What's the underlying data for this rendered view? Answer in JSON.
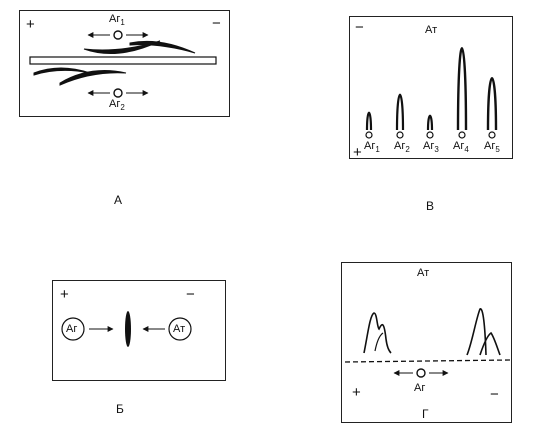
{
  "panel_a": {
    "caption": "А",
    "sign_left": "+",
    "sign_right": "−",
    "antigen_top": "Аг",
    "antigen_top_sub": "1",
    "antigen_bottom": "Аг",
    "antigen_bottom_sub": "2"
  },
  "panel_v": {
    "caption": "В",
    "sign_top_left": "−",
    "sign_bottom_left": "+",
    "antiserum_label": "Ат",
    "peaks": [
      {
        "label": "Аг",
        "sub": "1"
      },
      {
        "label": "Аг",
        "sub": "2"
      },
      {
        "label": "Аг",
        "sub": "3"
      },
      {
        "label": "Аг",
        "sub": "4"
      },
      {
        "label": "Аг",
        "sub": "5"
      }
    ]
  },
  "panel_b": {
    "caption": "Б",
    "sign_left": "+",
    "sign_right": "−",
    "antigen_well": "Аг",
    "antibody_well": "Ат"
  },
  "panel_g": {
    "caption": "Г",
    "antiserum_label": "Ат",
    "antigen_label": "Аг",
    "sign_left": "+",
    "sign_right": "−"
  }
}
